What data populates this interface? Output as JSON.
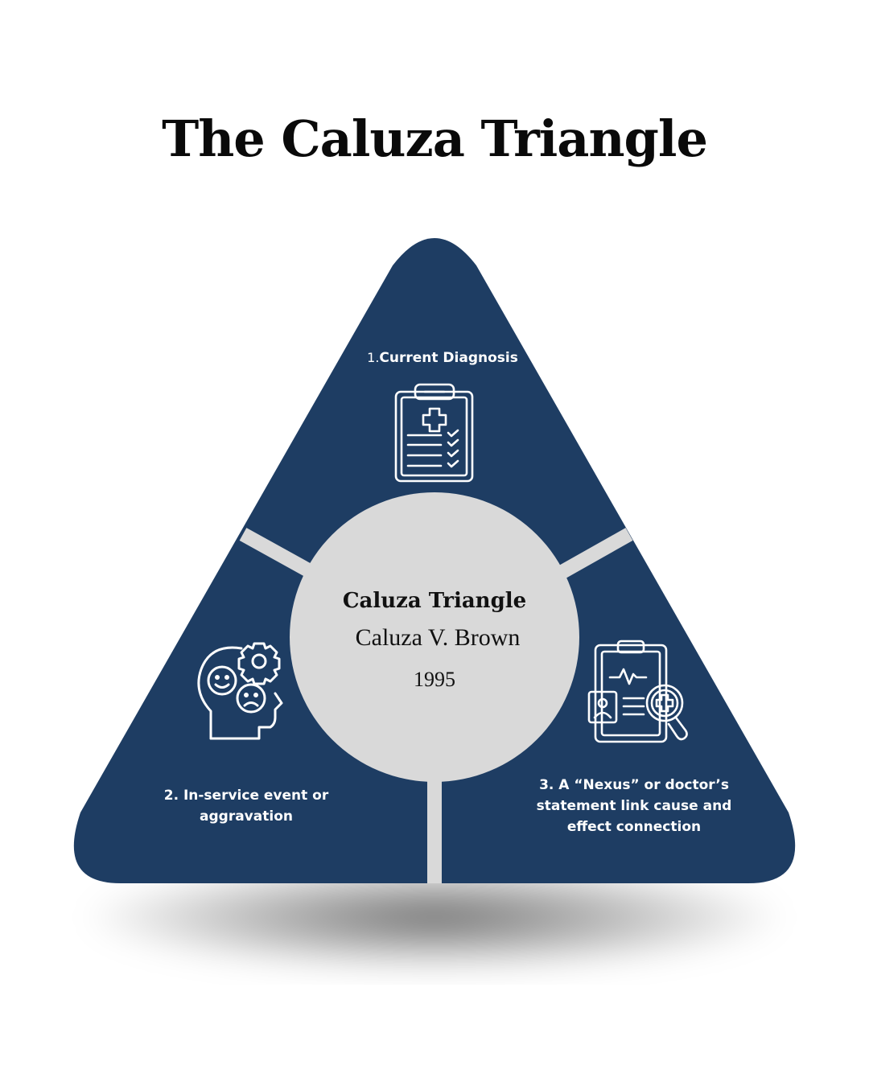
{
  "title": "The Caluza Triangle",
  "center": {
    "title": "Caluza Triangle",
    "case": "Caluza V. Brown",
    "year": "1995"
  },
  "segments": [
    {
      "number": "1.",
      "label": "Current Diagnosis",
      "icon": "clipboard-checklist-icon"
    },
    {
      "line1": "2. In-service event or",
      "line2": "aggravation",
      "icon": "head-gear-emotions-icon"
    },
    {
      "line1": "3.  A “Nexus” or doctor’s",
      "line2": "statement link cause and",
      "line3": "effect connection",
      "icon": "medical-report-magnifier-icon"
    }
  ],
  "colors": {
    "triangle": "#1e3d63",
    "center_circle": "#d9d9d9",
    "divider": "#d9d9d9",
    "icon_stroke": "#ffffff"
  }
}
